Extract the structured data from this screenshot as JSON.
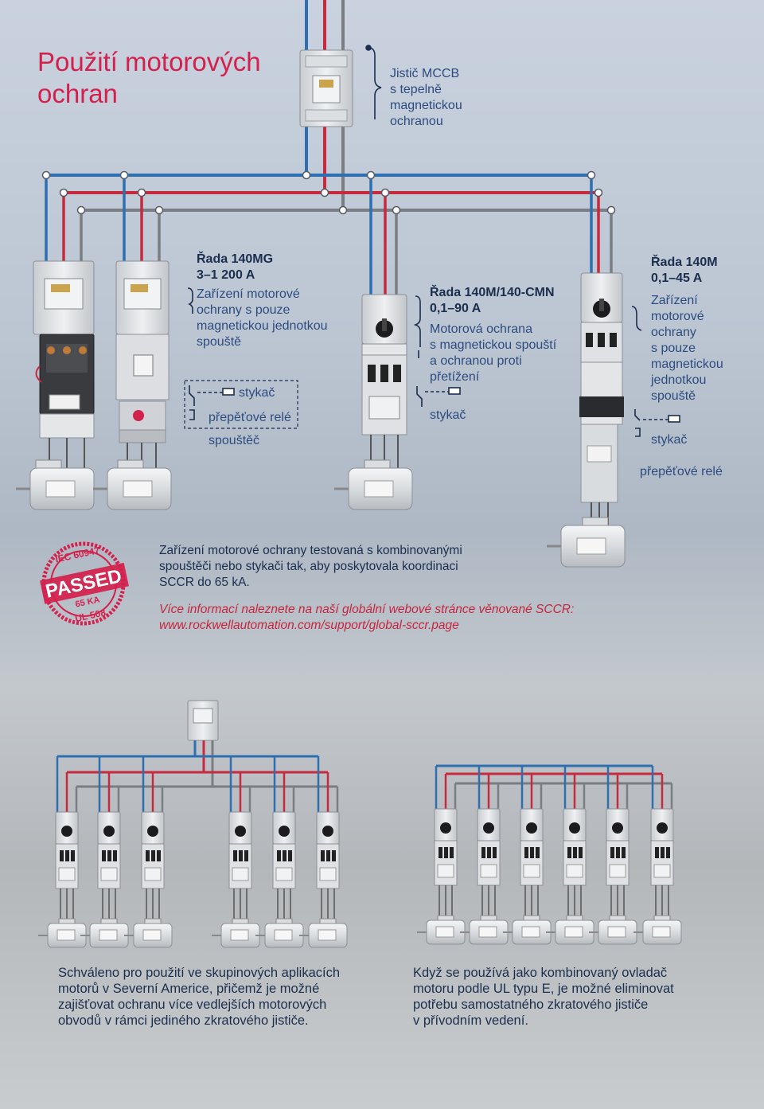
{
  "page_title": "Použití motorových\nochran",
  "mccb_label": "Jistič MCCB\ns tepelně\nmagnetickou\nochranou",
  "group_140mg": {
    "heading": "Řada 140MG\n3–1 200 A",
    "description": "Zařízení motorové\nochrany s pouze\nmagnetickou jednotkou\nspouště",
    "contactor": "stykač",
    "overload": "přepěťové relé",
    "starter": "spouštěč"
  },
  "group_140m_cmn": {
    "heading": "Řada 140M/140-CMN\n0,1–90 A",
    "description": "Motorová ochrana\ns magnetickou spouští\na ochranou proti\npřetížení",
    "contactor": "stykač"
  },
  "group_140m": {
    "heading": "Řada 140M\n0,1–45 A",
    "description": "Zařízení\nmotorové\nochrany\ns pouze\nmagnetickou\njednotkou\nspouště",
    "contactor": "stykač",
    "overload": "přepěťové relé"
  },
  "seal": {
    "top": "IEC 60947",
    "main": "PASSED",
    "mid": "65 KA",
    "bottom": "UL 508"
  },
  "sccr_text": "Zařízení motorové ochrany testovaná s kombinovanými\nspouštěči nebo stykači tak, aby poskytovala koordinaci\nSCCR do 65 kA.",
  "sccr_link": "Více informací naleznete na naší globální webové stránce věnované SCCR:\nwww.rockwellautomation.com/support/global-sccr.page",
  "bottom_left": "Schváleno pro použití ve skupinových aplikacích\nmotorů v Severní Americe, přičemž je možné\nzajišťovat ochranu více vedlejších motorových\nobvodů v rámci jediného zkratového jističe.",
  "bottom_right": "Když se používá jako kombinovaný ovladač\nmotoru podle UL typu E, je možné eliminovat\npotřebu samostatného zkratového jističe\nv přívodním vedení.",
  "colors": {
    "phase1": "#2d6fb0",
    "phase2": "#c62a3f",
    "phase3": "#7a7d82",
    "accent": "#d4204c",
    "text": "#1b2e4d"
  }
}
